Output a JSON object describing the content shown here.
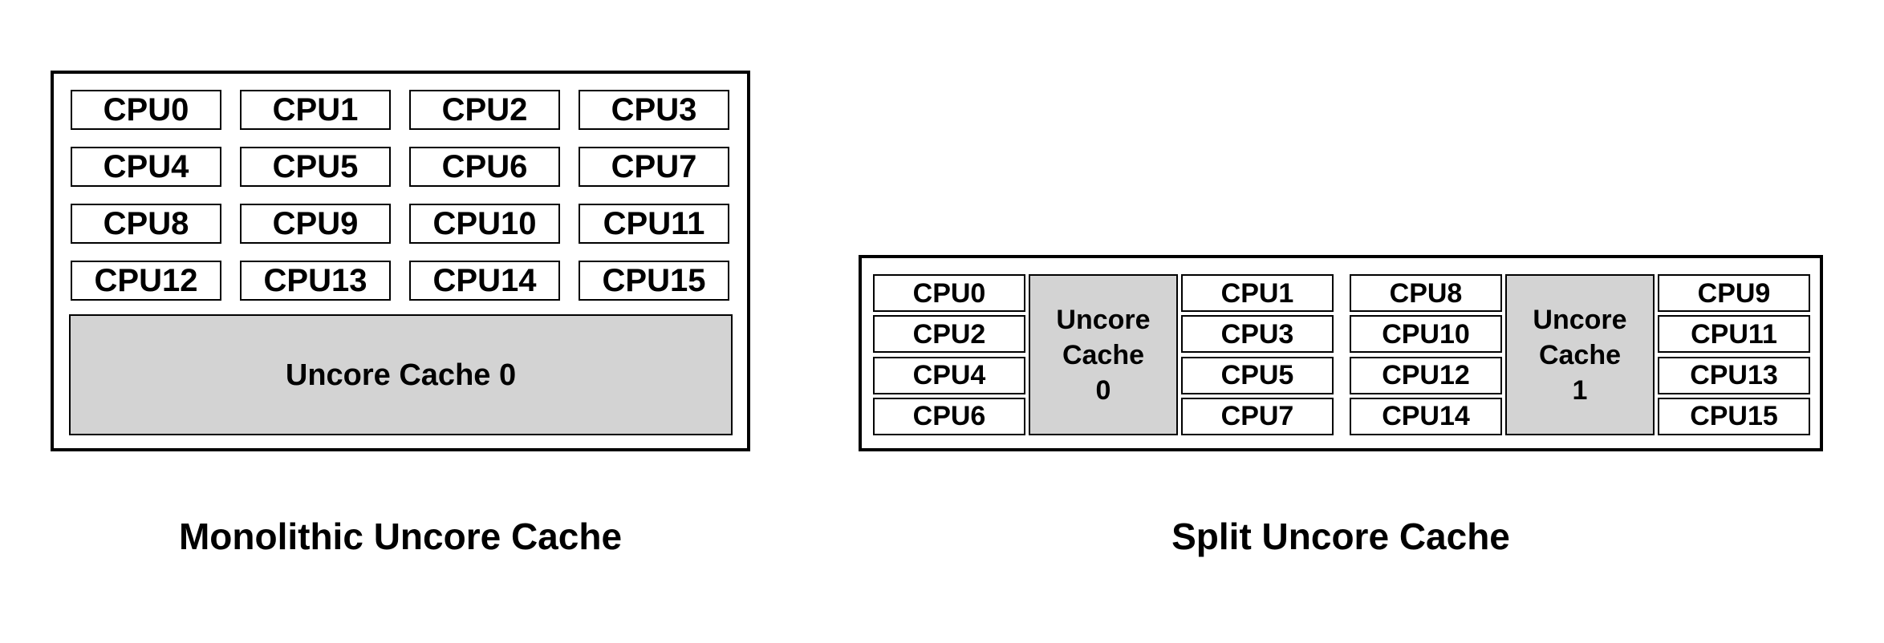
{
  "colors": {
    "cache_fill": "#d3d3d3",
    "border": "#000000",
    "text": "#000000",
    "background": "#ffffff"
  },
  "monolithic": {
    "caption": "Monolithic Uncore Cache",
    "cpus": [
      "CPU0",
      "CPU1",
      "CPU2",
      "CPU3",
      "CPU4",
      "CPU5",
      "CPU6",
      "CPU7",
      "CPU8",
      "CPU9",
      "CPU10",
      "CPU11",
      "CPU12",
      "CPU13",
      "CPU14",
      "CPU15"
    ],
    "cache_label": "Uncore Cache 0"
  },
  "split": {
    "caption": "Split Uncore Cache",
    "clusters": [
      {
        "left_cpus": [
          "CPU0",
          "CPU2",
          "CPU4",
          "CPU6"
        ],
        "cache_lines": [
          "Uncore",
          "Cache",
          "0"
        ],
        "right_cpus": [
          "CPU1",
          "CPU3",
          "CPU5",
          "CPU7"
        ]
      },
      {
        "left_cpus": [
          "CPU8",
          "CPU10",
          "CPU12",
          "CPU14"
        ],
        "cache_lines": [
          "Uncore",
          "Cache",
          "1"
        ],
        "right_cpus": [
          "CPU9",
          "CPU11",
          "CPU13",
          "CPU15"
        ]
      }
    ]
  }
}
